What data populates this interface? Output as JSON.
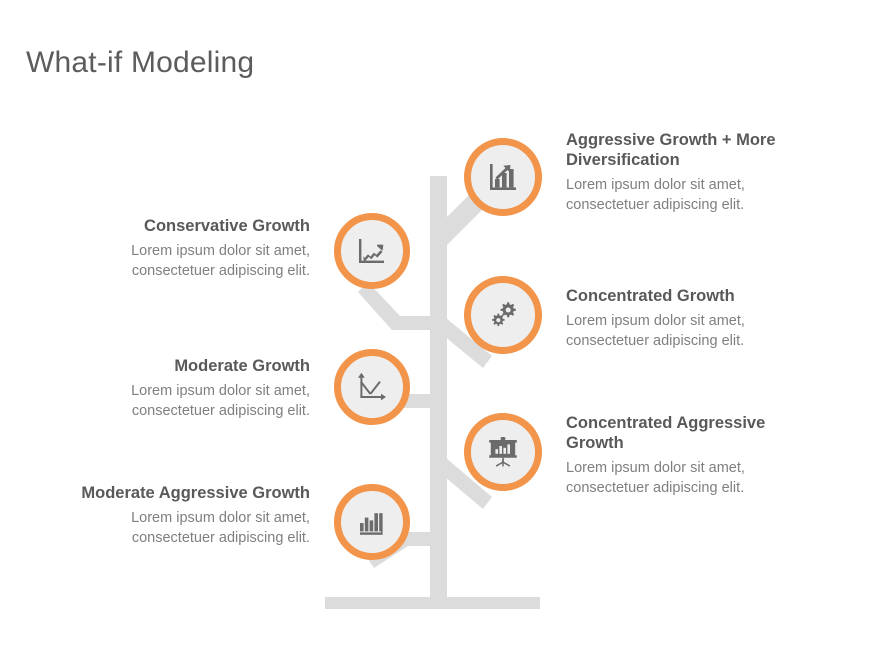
{
  "slide": {
    "title": "What-if Modeling",
    "colors": {
      "accent_orange": "#F2944A",
      "trunk_gray": "#DCDCDC",
      "circle_fill": "#EEEEEE",
      "heading_gray": "#595959",
      "body_gray": "#7F7F7F",
      "title_gray": "#5C5C5C",
      "icon_gray": "#6B6B6B",
      "background": "#FFFFFF"
    }
  },
  "nodes": [
    {
      "id": "aggressive-growth-more-diversification",
      "side": "right",
      "icon": "bar-chart-growth-arrow-icon",
      "heading": "Aggressive Growth + More Diversification",
      "body": "Lorem ipsum dolor sit amet, consectetuer adipiscing elit."
    },
    {
      "id": "concentrated-growth",
      "side": "right",
      "icon": "gears-icon",
      "heading": "Concentrated Growth",
      "body": "Lorem ipsum dolor sit amet, consectetuer adipiscing elit."
    },
    {
      "id": "concentrated-aggressive-growth",
      "side": "right",
      "icon": "presentation-board-chart-icon",
      "heading": "Concentrated Aggressive Growth",
      "body": "Lorem ipsum dolor sit amet, consectetuer adipiscing elit."
    },
    {
      "id": "conservative-growth",
      "side": "left",
      "icon": "line-chart-up-arrow-icon",
      "heading": "Conservative Growth",
      "body": "Lorem ipsum dolor sit amet, consectetuer adipiscing elit."
    },
    {
      "id": "moderate-growth",
      "side": "left",
      "icon": "supply-demand-cross-chart-icon",
      "heading": "Moderate Growth",
      "body": "Lorem ipsum dolor sit amet, consectetuer adipiscing elit."
    },
    {
      "id": "moderate-aggressive-growth",
      "side": "left",
      "icon": "solid-bar-chart-icon",
      "heading": "Moderate Aggressive Growth",
      "body": "Lorem ipsum dolor sit amet, consectetuer adipiscing elit."
    }
  ]
}
